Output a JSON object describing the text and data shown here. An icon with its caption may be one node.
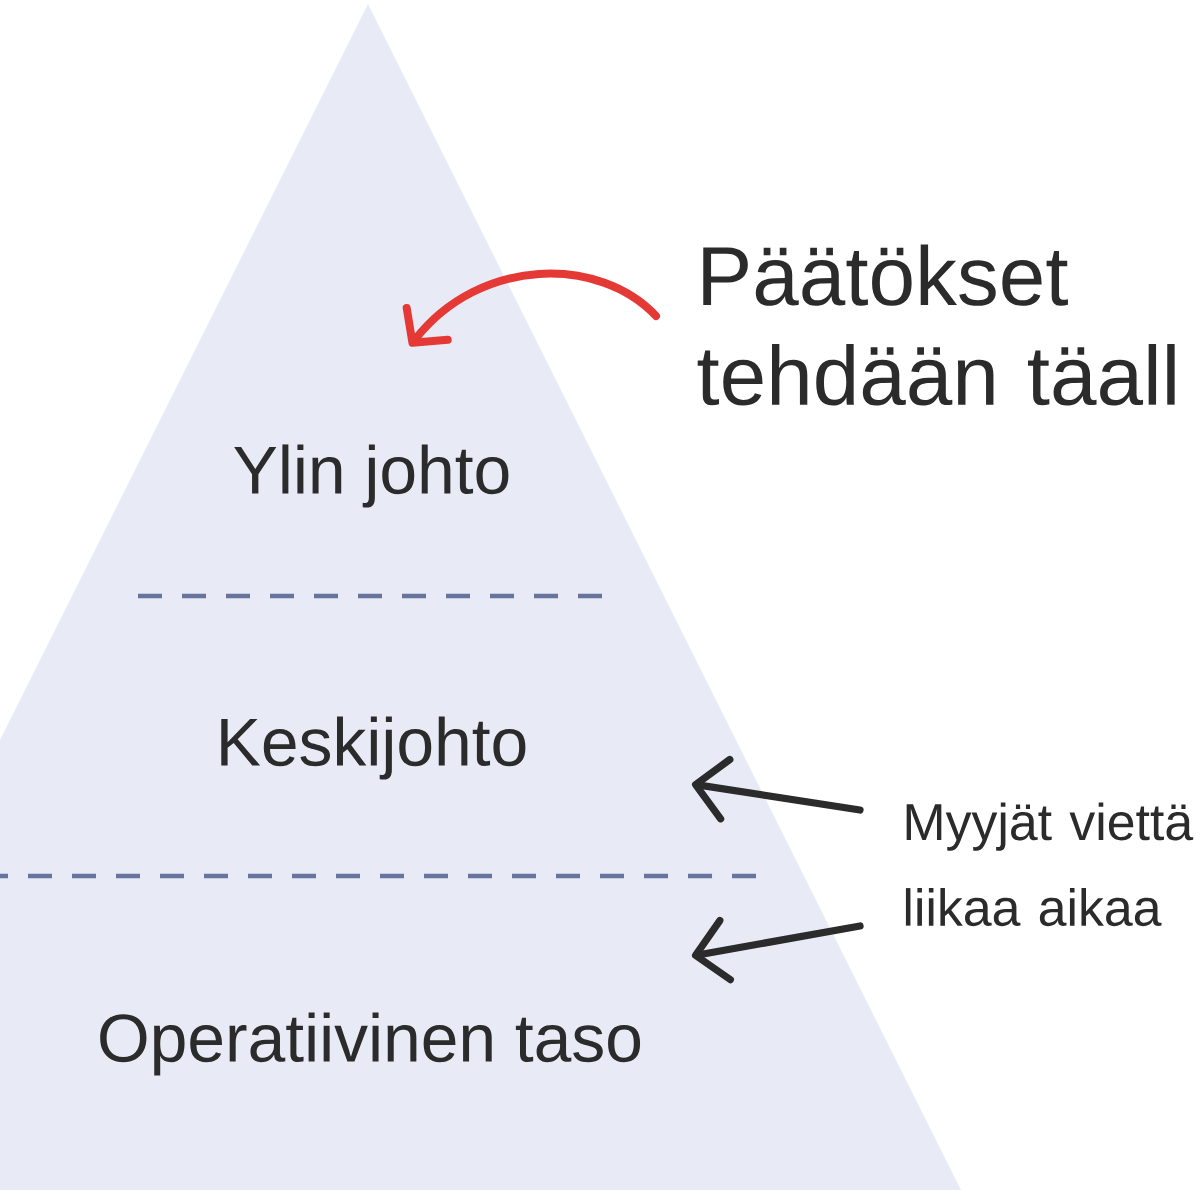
{
  "diagram": {
    "nodes": [
      {
        "text": [
          "Ylin johto"
        ]
      },
      {
        "text": [
          "Keskijohto"
        ]
      },
      {
        "text": [
          "Operatiivinen taso"
        ]
      },
      {
        "text": [
          "Päätökset tehdään täall"
        ]
      },
      {
        "text": [
          "Myyjät viettä liikaa aikaa"
        ]
      }
    ],
    "edges": [
      {
        "from": 3,
        "to": 0,
        "arrow": "to",
        "color": "#e53935"
      },
      {
        "from": 4,
        "to": 1,
        "arrow": "to"
      },
      {
        "from": 4,
        "to": 2,
        "arrow": "to"
      }
    ]
  }
}
